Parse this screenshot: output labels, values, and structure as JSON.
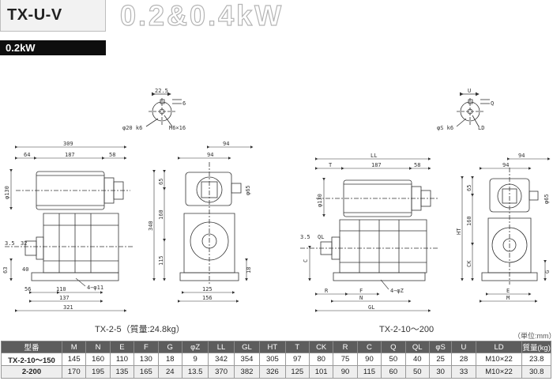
{
  "header": {
    "model": "TX-U-V",
    "power_title": "0.2&0.4kW",
    "section": "0.2kW"
  },
  "drawings": {
    "left": {
      "caption": "TX-2-5（質量:24.8kg）",
      "shaft_detail": {
        "width": "22.5",
        "height": "6",
        "shaft": "φ20 k6",
        "thread": "M6×16"
      },
      "dims": {
        "overall": "309",
        "d64": "64",
        "d187": "187",
        "d58": "58",
        "d130": "φ130",
        "d35": "3.5",
        "d32": "32",
        "d40": "40",
        "d63": "63",
        "d56": "56",
        "d110": "110",
        "d137": "137",
        "d321": "321",
        "holes": "4−φ11",
        "d94": "94",
        "d65": "65",
        "d160": "160",
        "d340": "340",
        "d115": "115",
        "d18": "18",
        "d125": "125",
        "d156": "156",
        "phi65": "φ65"
      }
    },
    "right": {
      "caption": "TX-2-10〜200",
      "shaft_detail": {
        "u": "U",
        "q": "Q",
        "shaft": "φS k6",
        "thread": "LD"
      },
      "dims": {
        "ll": "LL",
        "t": "T",
        "d187": "187",
        "d58": "58",
        "d130": "φ130",
        "d35": "3.5",
        "ql": "QL",
        "c": "C",
        "r": "R",
        "f": "F",
        "n": "N",
        "gl": "GL",
        "holes": "4−φZ",
        "d94": "94",
        "d65": "65",
        "ht": "HT",
        "d160": "160",
        "ck": "CK",
        "g": "G",
        "e": "E",
        "m": "M",
        "phi65": "φ65"
      }
    }
  },
  "unit_note": "（単位:mm）",
  "table": {
    "headers": [
      "型番",
      "M",
      "N",
      "E",
      "F",
      "G",
      "φZ",
      "LL",
      "GL",
      "HT",
      "T",
      "CK",
      "R",
      "C",
      "Q",
      "QL",
      "φS",
      "U",
      "LD",
      "質量(kg)"
    ],
    "rows": [
      [
        "TX-2-10〜150",
        "145",
        "160",
        "110",
        "130",
        "18",
        "9",
        "342",
        "354",
        "305",
        "97",
        "80",
        "75",
        "90",
        "50",
        "40",
        "25",
        "28",
        "M10×22",
        "23.8"
      ],
      [
        "2-200",
        "170",
        "195",
        "135",
        "165",
        "24",
        "13.5",
        "370",
        "382",
        "326",
        "125",
        "101",
        "90",
        "115",
        "60",
        "50",
        "30",
        "33",
        "M10×22",
        "30.8"
      ]
    ]
  }
}
